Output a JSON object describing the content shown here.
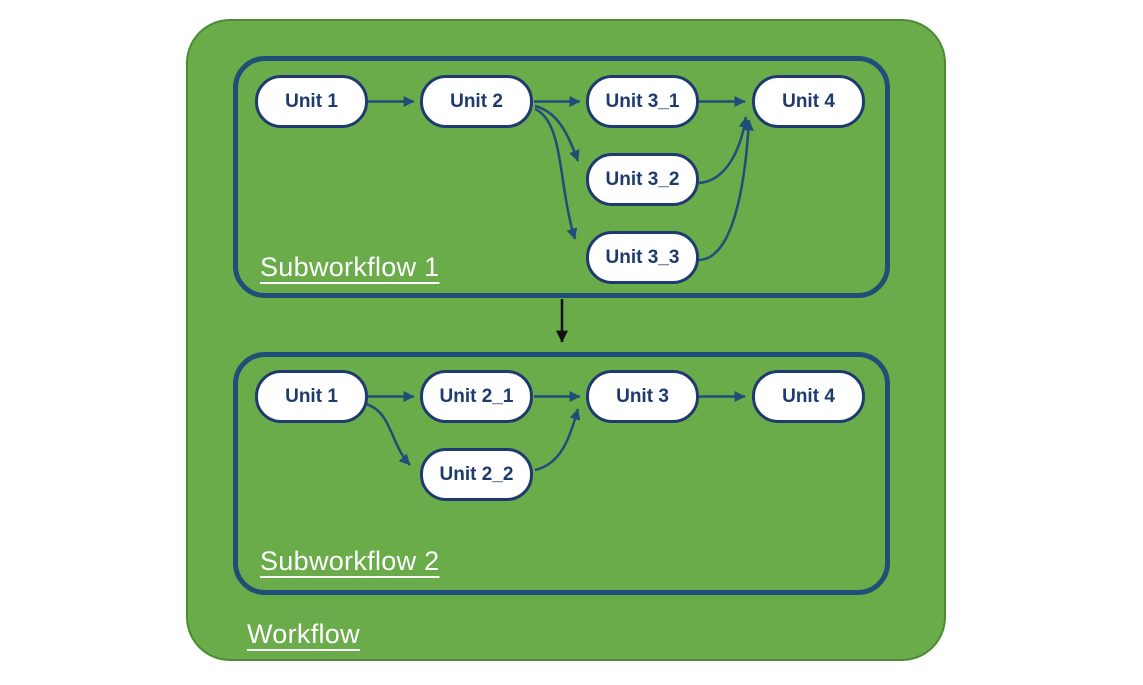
{
  "diagram": {
    "workflow_label": "Workflow",
    "subworkflows": [
      {
        "label": "Subworkflow 1",
        "nodes": [
          {
            "label": "Unit 1"
          },
          {
            "label": "Unit 2"
          },
          {
            "label": "Unit 3_1"
          },
          {
            "label": "Unit 4"
          },
          {
            "label": "Unit 3_2"
          },
          {
            "label": "Unit 3_3"
          }
        ],
        "edges": [
          "Unit 1 -> Unit 2",
          "Unit 2 -> Unit 3_1",
          "Unit 2 -> Unit 3_2",
          "Unit 2 -> Unit 3_3",
          "Unit 3_1 -> Unit 4",
          "Unit 3_2 -> Unit 4",
          "Unit 3_3 -> Unit 4"
        ]
      },
      {
        "label": "Subworkflow 2",
        "nodes": [
          {
            "label": "Unit 1"
          },
          {
            "label": "Unit 2_1"
          },
          {
            "label": "Unit 3"
          },
          {
            "label": "Unit 4"
          },
          {
            "label": "Unit 2_2"
          }
        ],
        "edges": [
          "Unit 1 -> Unit 2_1",
          "Unit 1 -> Unit 2_2",
          "Unit 2_1 -> Unit 3",
          "Unit 2_2 -> Unit 3",
          "Unit 3 -> Unit 4"
        ]
      }
    ],
    "connections": [
      "Subworkflow 1 -> Subworkflow 2"
    ],
    "colors": {
      "workflow_fill": "#6aac4a",
      "workflow_border": "#4c8a33",
      "subworkflow_border": "#1f4e79",
      "node_fill": "#ffffff",
      "node_border": "#1e3a6e",
      "node_text": "#1e3a6e",
      "edge": "#1f4e79",
      "inter_subworkflow_arrow": "#111111",
      "label_text": "#ffffff"
    }
  }
}
